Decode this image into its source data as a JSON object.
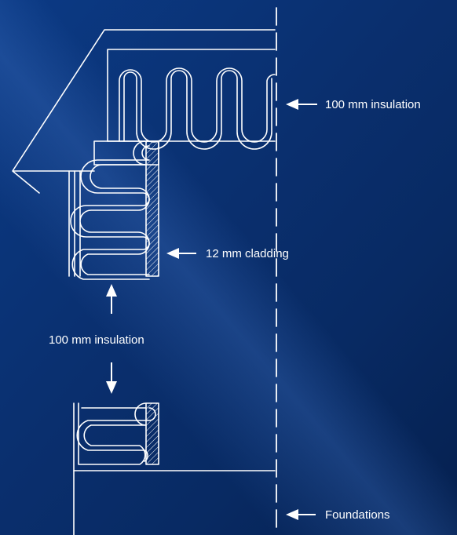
{
  "background": {
    "primary_color": "#0a2f6e",
    "dark_color": "#061d48",
    "highlight_color": "#2a5aa8"
  },
  "line_color": "#ffffff",
  "labels": {
    "roof_insulation": "100 mm insulation",
    "cladding": "12 mm cladding",
    "wall_insulation": "100 mm insulation",
    "foundations": "Foundations"
  },
  "icons": {
    "arrow_roof_insulation": "arrow-left-icon",
    "arrow_cladding": "arrow-left-icon",
    "arrow_wall_up": "arrow-up-icon",
    "arrow_wall_down": "arrow-down-icon",
    "arrow_foundations": "arrow-left-icon"
  }
}
